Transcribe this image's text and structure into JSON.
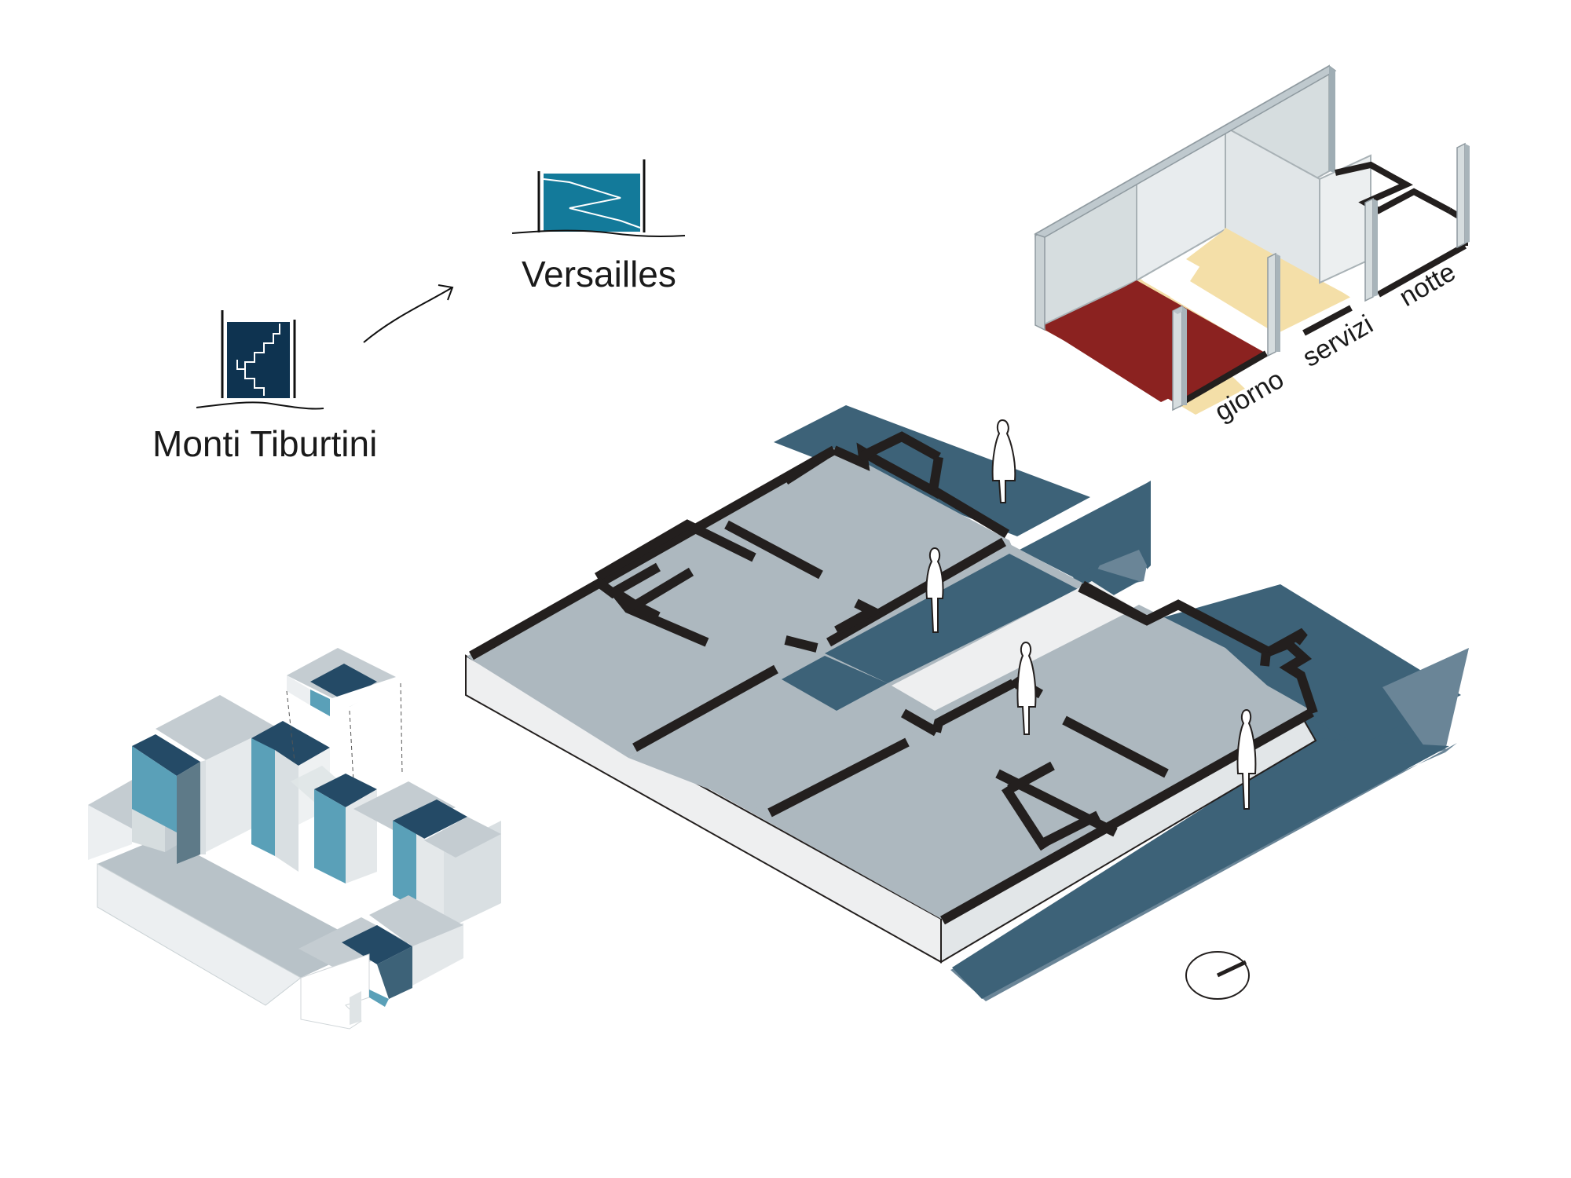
{
  "labels": {
    "origin": "Monti Tiburtini",
    "destination": "Versailles",
    "zone_day": "giorno",
    "zone_services": "servizi",
    "zone_night": "notte"
  },
  "colors": {
    "ground_blue": "#3d6278",
    "floor_grey": "#adb8bf",
    "slab_side": "#eeeff0",
    "wall_dark": "#231f1e",
    "day_red": "#8b2220",
    "services_yellow": "#f4dfa8",
    "icon_navy": "#0e3350",
    "icon_teal": "#137a9a",
    "glass_blue": "#5aa0b8",
    "block_light": "#d9dfe2",
    "block_mid": "#b8c2c8"
  },
  "icons": {
    "origin_icon": "stepped-section-icon",
    "destination_icon": "zigzag-section-icon",
    "arrow": "curved-arrow-icon",
    "north": "north-arrow-icon",
    "human": "human-figure-icon"
  }
}
